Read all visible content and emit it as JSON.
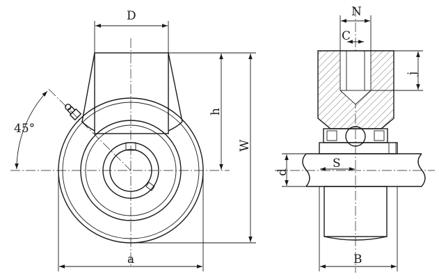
{
  "labels": {
    "D": "D",
    "h": "h",
    "W": "W",
    "angle": "45°",
    "a": "a",
    "N": "N",
    "C": "C",
    "j": "j",
    "d": "d",
    "S": "S",
    "B": "B"
  },
  "colors": {
    "line": "#1a1a1a",
    "background": "#ffffff"
  }
}
